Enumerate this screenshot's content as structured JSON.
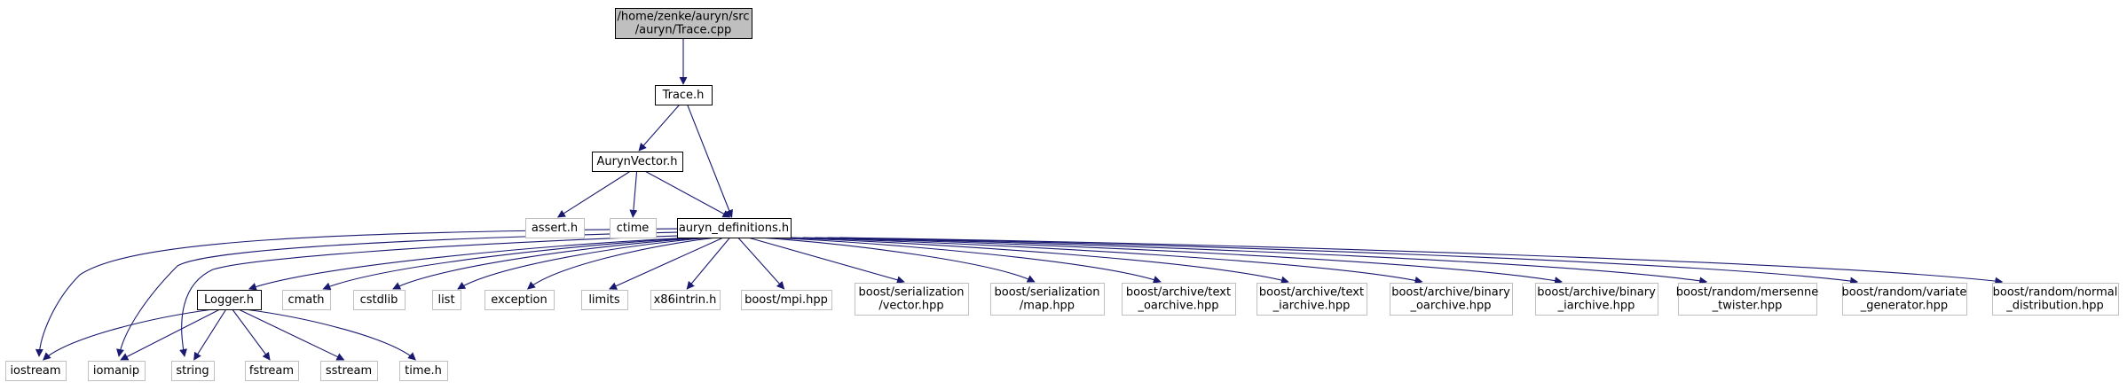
{
  "colors": {
    "edge": "#191970",
    "root_fill": "#bfbfbf",
    "documented_border": "#000000",
    "undocumented_border": "#bfbfbf",
    "text": "#000000"
  },
  "nodes": [
    {
      "id": "root",
      "lines": [
        "/home/zenke/auryn/src",
        "/auryn/Trace.cpp"
      ],
      "kind": "root"
    },
    {
      "id": "trace_h",
      "lines": [
        "Trace.h"
      ],
      "kind": "documented"
    },
    {
      "id": "aurynvector_h",
      "lines": [
        "AurynVector.h"
      ],
      "kind": "documented"
    },
    {
      "id": "assert_h",
      "lines": [
        "assert.h"
      ],
      "kind": "external"
    },
    {
      "id": "ctime",
      "lines": [
        "ctime"
      ],
      "kind": "external"
    },
    {
      "id": "auryn_definitions_h",
      "lines": [
        "auryn_definitions.h"
      ],
      "kind": "documented"
    },
    {
      "id": "logger_h",
      "lines": [
        "Logger.h"
      ],
      "kind": "documented"
    },
    {
      "id": "cmath",
      "lines": [
        "cmath"
      ],
      "kind": "external"
    },
    {
      "id": "cstdlib",
      "lines": [
        "cstdlib"
      ],
      "kind": "external"
    },
    {
      "id": "list",
      "lines": [
        "list"
      ],
      "kind": "external"
    },
    {
      "id": "exception",
      "lines": [
        "exception"
      ],
      "kind": "external"
    },
    {
      "id": "limits",
      "lines": [
        "limits"
      ],
      "kind": "external"
    },
    {
      "id": "x86intrin_h",
      "lines": [
        "x86intrin.h"
      ],
      "kind": "external"
    },
    {
      "id": "boost_mpi",
      "lines": [
        "boost/mpi.hpp"
      ],
      "kind": "external"
    },
    {
      "id": "boost_ser_vector",
      "lines": [
        "boost/serialization",
        "/vector.hpp"
      ],
      "kind": "external"
    },
    {
      "id": "boost_ser_map",
      "lines": [
        "boost/serialization",
        "/map.hpp"
      ],
      "kind": "external"
    },
    {
      "id": "boost_text_oarchive",
      "lines": [
        "boost/archive/text",
        "_oarchive.hpp"
      ],
      "kind": "external"
    },
    {
      "id": "boost_text_iarchive",
      "lines": [
        "boost/archive/text",
        "_iarchive.hpp"
      ],
      "kind": "external"
    },
    {
      "id": "boost_binary_oarchive",
      "lines": [
        "boost/archive/binary",
        "_oarchive.hpp"
      ],
      "kind": "external"
    },
    {
      "id": "boost_binary_iarchive",
      "lines": [
        "boost/archive/binary",
        "_iarchive.hpp"
      ],
      "kind": "external"
    },
    {
      "id": "boost_mersenne",
      "lines": [
        "boost/random/mersenne",
        "_twister.hpp"
      ],
      "kind": "external"
    },
    {
      "id": "boost_variate",
      "lines": [
        "boost/random/variate",
        "_generator.hpp"
      ],
      "kind": "external"
    },
    {
      "id": "boost_normal",
      "lines": [
        "boost/random/normal",
        "_distribution.hpp"
      ],
      "kind": "external"
    },
    {
      "id": "iostream",
      "lines": [
        "iostream"
      ],
      "kind": "external"
    },
    {
      "id": "iomanip",
      "lines": [
        "iomanip"
      ],
      "kind": "external"
    },
    {
      "id": "string",
      "lines": [
        "string"
      ],
      "kind": "external"
    },
    {
      "id": "fstream",
      "lines": [
        "fstream"
      ],
      "kind": "external"
    },
    {
      "id": "sstream",
      "lines": [
        "sstream"
      ],
      "kind": "external"
    },
    {
      "id": "time_h",
      "lines": [
        "time.h"
      ],
      "kind": "external"
    }
  ],
  "edges": [
    [
      "root",
      "trace_h"
    ],
    [
      "trace_h",
      "aurynvector_h"
    ],
    [
      "trace_h",
      "auryn_definitions_h"
    ],
    [
      "aurynvector_h",
      "assert_h"
    ],
    [
      "aurynvector_h",
      "ctime"
    ],
    [
      "aurynvector_h",
      "auryn_definitions_h"
    ],
    [
      "auryn_definitions_h",
      "logger_h"
    ],
    [
      "auryn_definitions_h",
      "cmath"
    ],
    [
      "auryn_definitions_h",
      "cstdlib"
    ],
    [
      "auryn_definitions_h",
      "list"
    ],
    [
      "auryn_definitions_h",
      "exception"
    ],
    [
      "auryn_definitions_h",
      "limits"
    ],
    [
      "auryn_definitions_h",
      "x86intrin_h"
    ],
    [
      "auryn_definitions_h",
      "boost_mpi"
    ],
    [
      "auryn_definitions_h",
      "boost_ser_vector"
    ],
    [
      "auryn_definitions_h",
      "boost_ser_map"
    ],
    [
      "auryn_definitions_h",
      "boost_text_oarchive"
    ],
    [
      "auryn_definitions_h",
      "boost_text_iarchive"
    ],
    [
      "auryn_definitions_h",
      "boost_binary_oarchive"
    ],
    [
      "auryn_definitions_h",
      "boost_binary_iarchive"
    ],
    [
      "auryn_definitions_h",
      "boost_mersenne"
    ],
    [
      "auryn_definitions_h",
      "boost_variate"
    ],
    [
      "auryn_definitions_h",
      "boost_normal"
    ],
    [
      "auryn_definitions_h",
      "iostream"
    ],
    [
      "auryn_definitions_h",
      "iomanip"
    ],
    [
      "auryn_definitions_h",
      "string"
    ],
    [
      "logger_h",
      "iostream"
    ],
    [
      "logger_h",
      "iomanip"
    ],
    [
      "logger_h",
      "string"
    ],
    [
      "logger_h",
      "fstream"
    ],
    [
      "logger_h",
      "sstream"
    ],
    [
      "logger_h",
      "time_h"
    ]
  ]
}
